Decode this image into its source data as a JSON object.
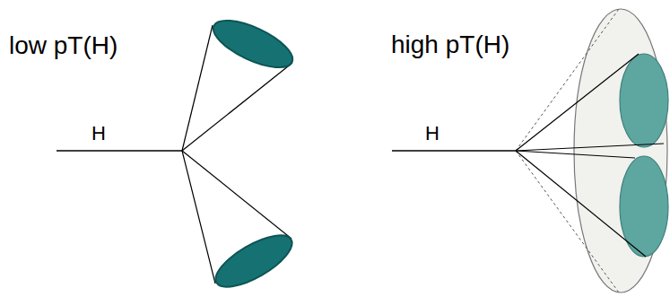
{
  "diagram": {
    "labels": [
      "low pT(H)",
      "H",
      "high pT(H)",
      "H"
    ]
  }
}
